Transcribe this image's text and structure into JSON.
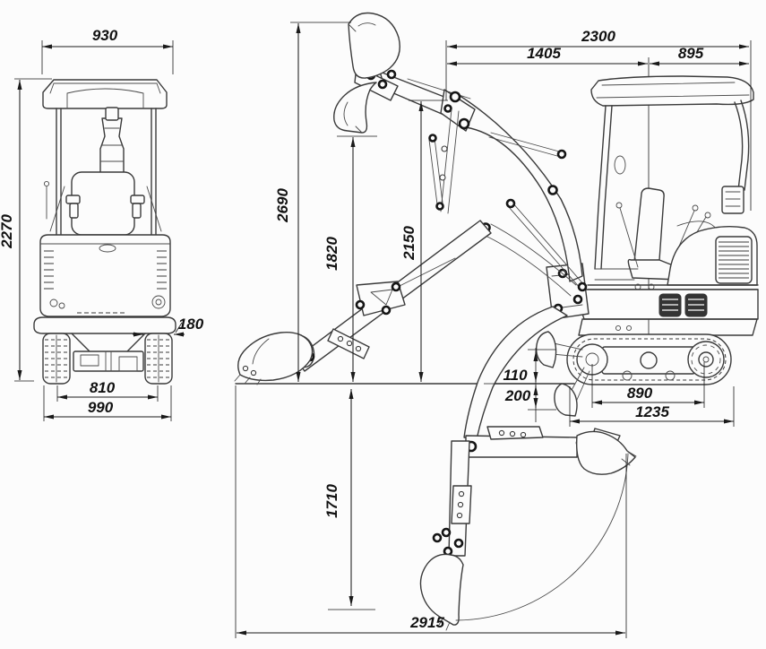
{
  "diagram": {
    "subject": "Mini excavator dimensional line drawing, rear view and side working-range view",
    "colors": {
      "background": "#fcfcfc",
      "line": "#3a3a3a",
      "dimension": "#1a1a1a"
    }
  },
  "dims": {
    "rear_overall_width": "930",
    "rear_overall_height": "2270",
    "track_shoe_width": "180",
    "track_gauge": "810",
    "rear_overall_track_width": "990",
    "overall_length": "2300",
    "front_length": "1405",
    "rear_length": "895",
    "max_digging_height": "2690",
    "max_dumping_height": "1820",
    "mid_pivot_height": "2150",
    "blade_lift_above_ground": "110",
    "blade_drop_below_ground": "200",
    "track_wheelbase": "890",
    "track_overall_length": "1235",
    "max_digging_depth": "1710",
    "max_digging_reach": "2915"
  }
}
